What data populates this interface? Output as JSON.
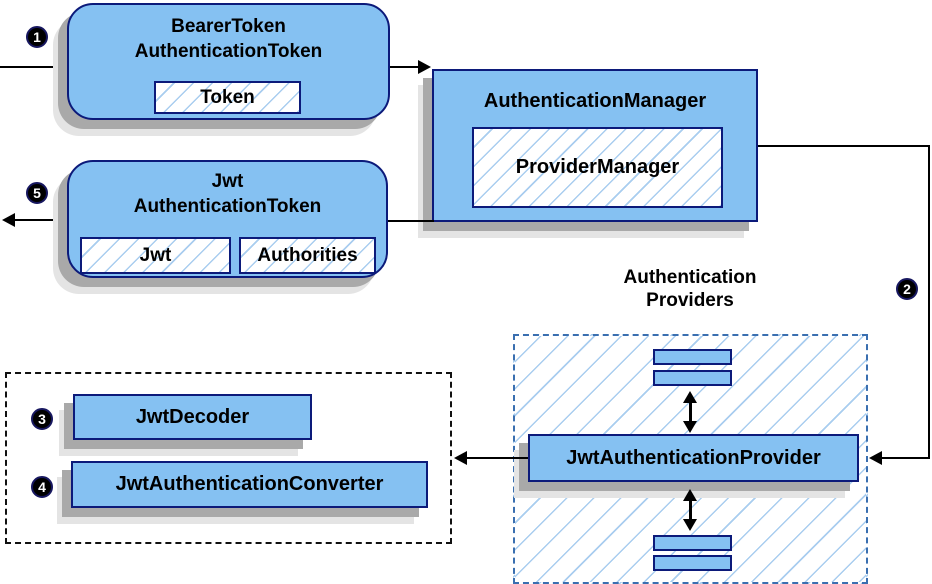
{
  "diagram_title": "JWT authentication architecture diagram",
  "colors": {
    "node_fill": "#85c1f2",
    "node_border": "#0c1a7a",
    "hatch_line": "#a9cdef",
    "providers_dash_border": "#3a6fb0",
    "dotted_group_border": "#111111",
    "shadow_dark": "#a9a9a9",
    "shadow_light": "#e4e4e4",
    "connector": "#000000",
    "badge_bg": "#000000",
    "badge_text": "#ffffff"
  },
  "nodes": {
    "bearer_token": {
      "title_line1": "BearerToken",
      "title_line2": "AuthenticationToken",
      "inner_token": "Token"
    },
    "auth_manager": {
      "title": "AuthenticationManager",
      "inner_provider_manager": "ProviderManager"
    },
    "jwt_token": {
      "title_line1": "Jwt",
      "title_line2": "AuthenticationToken",
      "inner_jwt": "Jwt",
      "inner_authorities": "Authorities"
    },
    "providers_group": {
      "label_line1": "Authentication",
      "label_line2": "Providers"
    },
    "jwt_provider": {
      "label": "JwtAuthenticationProvider"
    },
    "jwt_decoder": {
      "label": "JwtDecoder"
    },
    "jwt_converter": {
      "label": "JwtAuthenticationConverter"
    }
  },
  "badges": {
    "step1": "1",
    "step2": "2",
    "step3": "3",
    "step4": "4",
    "step5": "5"
  }
}
